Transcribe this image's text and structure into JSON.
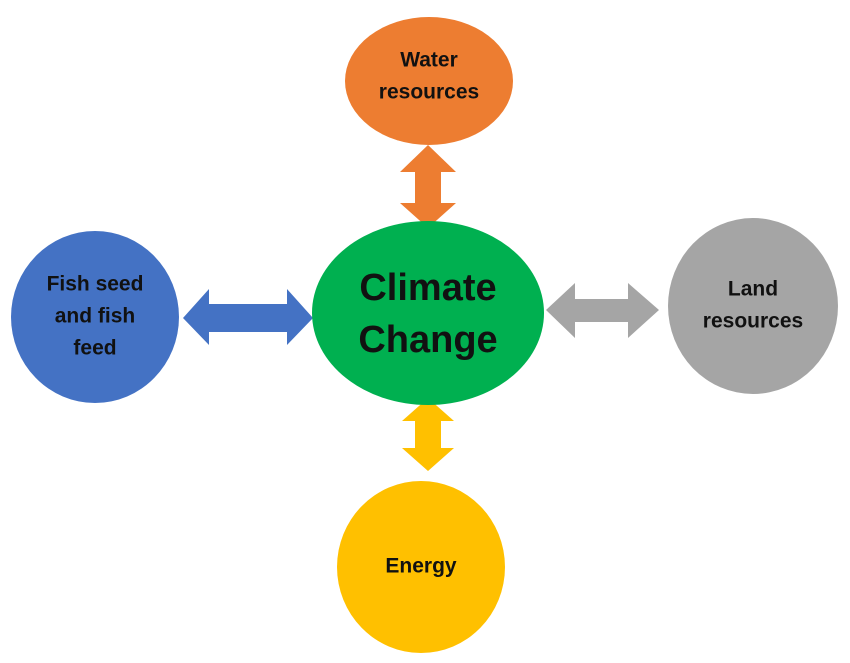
{
  "diagram": {
    "center": {
      "lines": [
        "Climate",
        "Change"
      ],
      "color": "#00B050"
    },
    "nodes": {
      "water": {
        "lines": [
          "Water",
          "resources"
        ],
        "color": "#ED7D31"
      },
      "fish": {
        "lines": [
          "Fish seed",
          "and fish",
          "feed"
        ],
        "color": "#4472C4"
      },
      "land": {
        "lines": [
          "Land",
          "resources"
        ],
        "color": "#A5A5A5"
      },
      "energy": {
        "lines": [
          "Energy"
        ],
        "color": "#FFC000"
      }
    }
  }
}
